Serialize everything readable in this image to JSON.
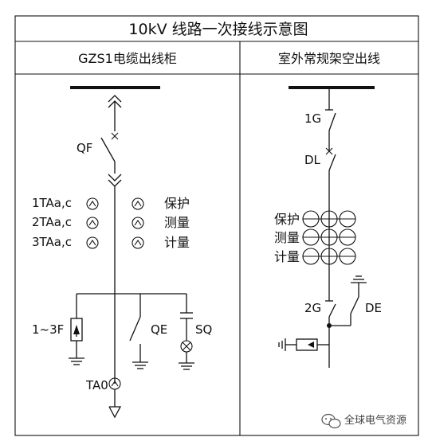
{
  "header": {
    "title": "10kV 线路一次接线示意图",
    "left_panel_title": "GZS1电缆出线柜",
    "right_panel_title": "室外常规架空出线"
  },
  "left_panel": {
    "breaker_label": "QF",
    "ct_labels": [
      "1TAa,c",
      "2TAa,c",
      "3TAa,c"
    ],
    "ct_functions": [
      "保护",
      "测量",
      "计量"
    ],
    "arrester_label": "1~3F",
    "earth_switch_label": "QE",
    "indicator_label": "SQ",
    "zero_seq_ct_label": "TA0"
  },
  "right_panel": {
    "disconnector_top_label": "1G",
    "breaker_label": "DL",
    "ct_functions": [
      "保护",
      "测量",
      "计量"
    ],
    "disconnector_bottom_label": "2G",
    "earth_switch_label": "DE"
  },
  "watermark": {
    "text": "全球电气资源",
    "icon": "wechat-icon"
  }
}
